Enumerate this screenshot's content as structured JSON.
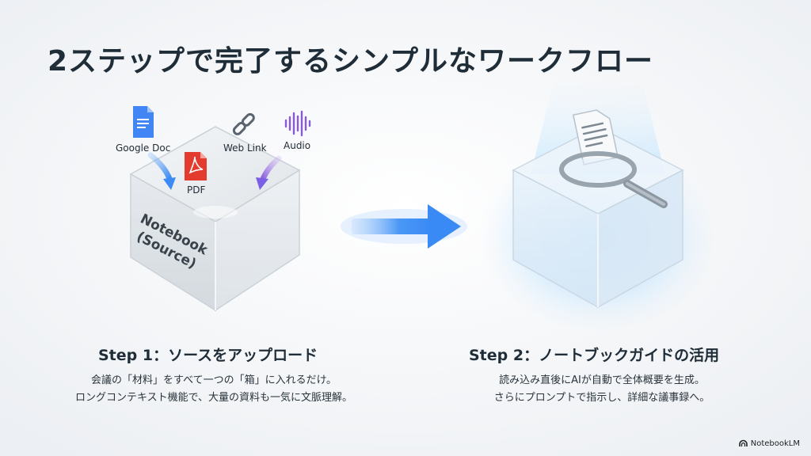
{
  "title": "2ステップで完了するシンプルなワークフロー",
  "sources": {
    "google_doc": "Google Doc",
    "pdf": "PDF",
    "web_link": "Web Link",
    "audio": "Audio"
  },
  "box_label_line1": "Notebook",
  "box_label_line2": "(Source)",
  "step1": {
    "title": "Step 1：ソースをアップロード",
    "desc_line1": "会議の「材料」をすべて一つの「箱」に入れるだけ。",
    "desc_line2": "ロングコンテキスト機能で、大量の資料も一気に文脈理解。"
  },
  "step2": {
    "title": "Step 2：ノートブックガイドの活用",
    "desc_line1": "読み込み直後にAIが自動で全体概要を生成。",
    "desc_line2": "さらにプロンプトで指示し、詳細な議事録へ。"
  },
  "brand": "NotebookLM",
  "colors": {
    "accent_blue": "#3d8df5",
    "doc_blue": "#4285f4",
    "pdf_red": "#e33b2e",
    "audio_purple": "#8a5ad6",
    "title_text": "#1f2d38"
  }
}
